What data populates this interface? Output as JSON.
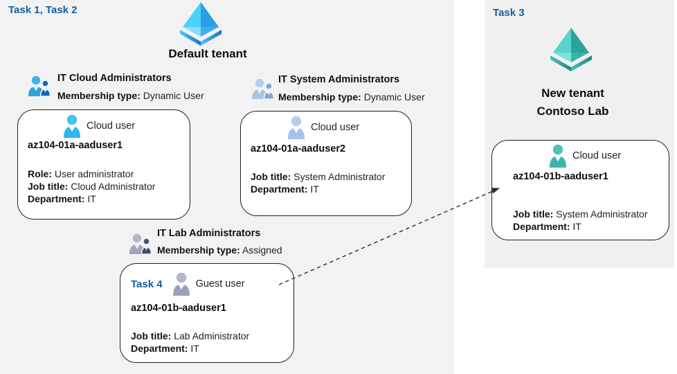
{
  "left_section": {
    "task_label": "Task 1, Task 2",
    "tenant_name": "Default tenant",
    "groups": [
      {
        "name": "IT Cloud Administrators",
        "membership_label": "Membership type:",
        "membership_value": "Dynamic User"
      },
      {
        "name": "IT System Administrators",
        "membership_label": "Membership type:",
        "membership_value": "Dynamic User"
      },
      {
        "name": "IT Lab Administrators",
        "membership_label": "Membership type:",
        "membership_value": "Assigned"
      }
    ],
    "cards": [
      {
        "type_label": "Cloud user",
        "username": "az104-01a-aaduser1",
        "fields": [
          {
            "label": "Role:",
            "value": "User administrator"
          },
          {
            "label": "Job title:",
            "value": "Cloud Administrator"
          },
          {
            "label": "Department:",
            "value": "IT"
          }
        ]
      },
      {
        "type_label": "Cloud user",
        "username": "az104-01a-aaduser2",
        "fields": [
          {
            "label": "Job title:",
            "value": "System Administrator"
          },
          {
            "label": "Department:",
            "value": "IT"
          }
        ]
      },
      {
        "task_label": "Task 4",
        "type_label": "Guest user",
        "username": "az104-01b-aaduser1",
        "fields": [
          {
            "label": "Job title:",
            "value": "Lab Administrator"
          },
          {
            "label": "Department:",
            "value": "IT"
          }
        ]
      }
    ]
  },
  "right_section": {
    "task_label": "Task 3",
    "tenant_name_line1": "New tenant",
    "tenant_name_line2": "Contoso Lab",
    "card": {
      "type_label": "Cloud user",
      "username": "az104-01b-aaduser1",
      "fields": [
        {
          "label": "Job title:",
          "value": "System Administrator"
        },
        {
          "label": "Department:",
          "value": "IT"
        }
      ]
    }
  },
  "colors": {
    "task_label_blue": "#1460a2",
    "left_panel_bg": "#f2f2f2",
    "right_panel_bg": "#f0f0f0",
    "tenant_icon_blue": "#2b9fe6",
    "tenant_icon_teal": "#2fa297",
    "cloud_user_cyan": "#2fb9e8",
    "cloud_user_steel": "#a8c6e6",
    "guest_user_gray": "#a0a4bf",
    "cloud_user_teal": "#3fb3ab"
  }
}
